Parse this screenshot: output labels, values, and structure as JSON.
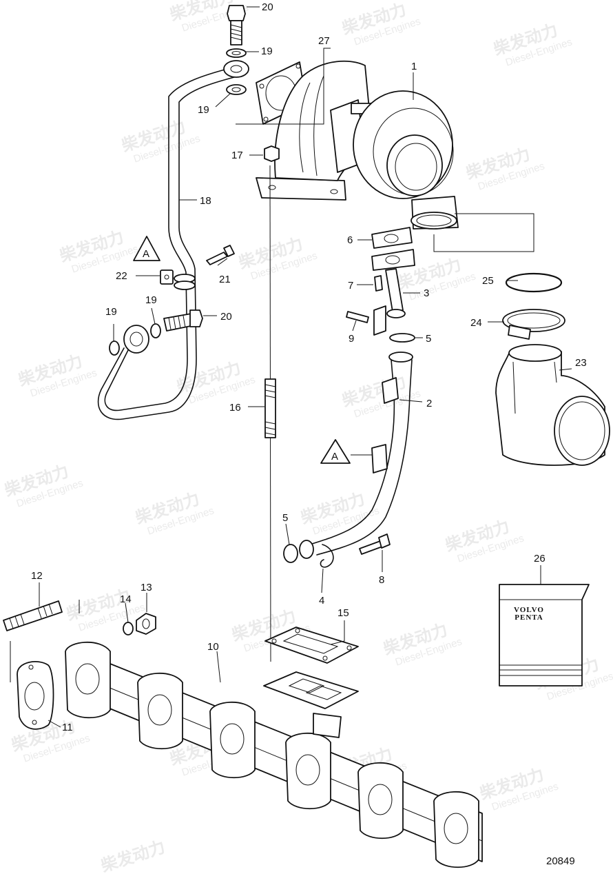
{
  "callouts": {
    "c1": "1",
    "c2": "2",
    "c3": "3",
    "c4": "4",
    "c5a": "5",
    "c5b": "5",
    "c6": "6",
    "c7": "7",
    "c8": "8",
    "c9": "9",
    "c10": "10",
    "c11": "11",
    "c12": "12",
    "c13": "13",
    "c14": "14",
    "c15": "15",
    "c16": "16",
    "c17": "17",
    "c18": "18",
    "c19a": "19",
    "c19b": "19",
    "c19c": "19",
    "c19d": "19",
    "c20a": "20",
    "c20b": "20",
    "c21": "21",
    "c22": "22",
    "c23": "23",
    "c24": "24",
    "c25": "25",
    "c26": "26",
    "c27": "27"
  },
  "markers": {
    "a1": "A",
    "a2": "A"
  },
  "kit_label": {
    "line1": "VOLVO",
    "line2": "PENTA"
  },
  "figure_number": "20849",
  "watermark": {
    "cn": "柴发动力",
    "en": "Diesel-Engines"
  }
}
